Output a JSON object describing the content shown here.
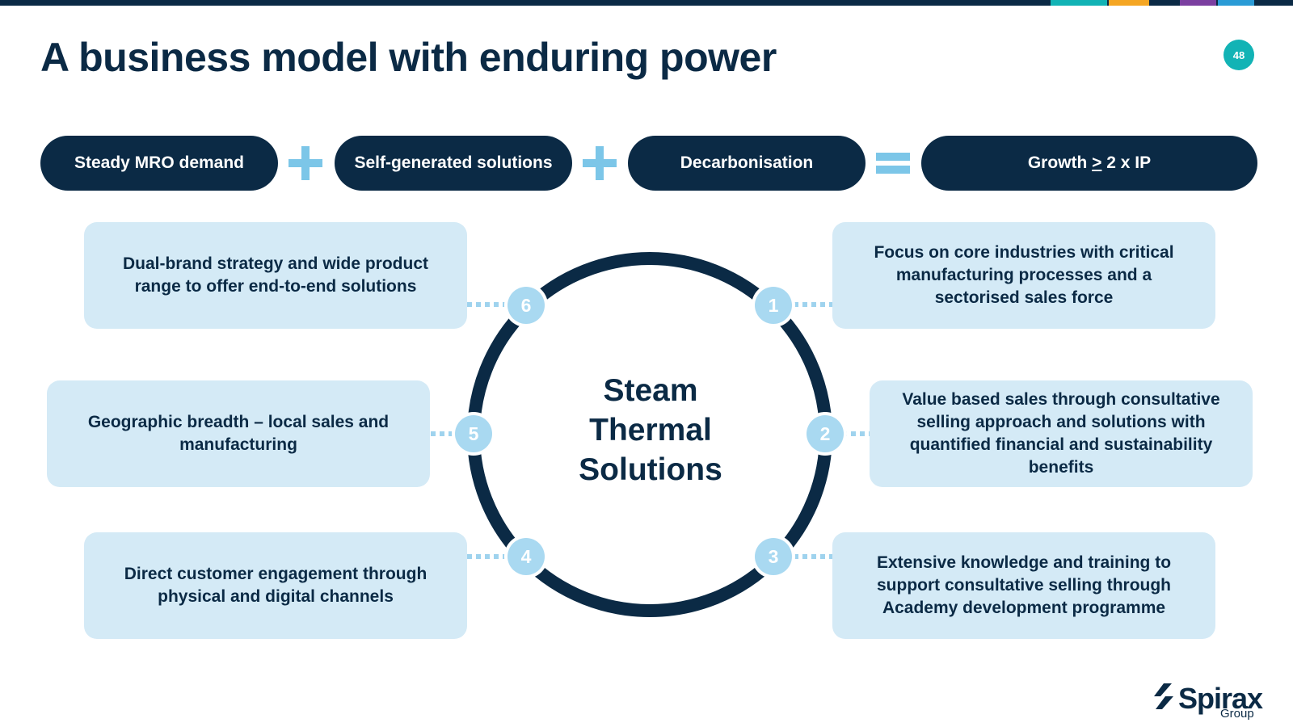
{
  "slide": {
    "title": "A business model with enduring power",
    "page_number": "48"
  },
  "colors": {
    "navy": "#0b2a45",
    "light_blue_card": "#d4eaf6",
    "operator_blue": "#7cc6e8",
    "badge_teal": "#12b3b5",
    "top_bar_accents": [
      "#12b3b5",
      "#f5a623",
      "#7b3fa0",
      "#2a9bd6"
    ]
  },
  "equation": {
    "term1": "Steady MRO demand",
    "term2": "Self-generated solutions",
    "term3": "Decarbonisation",
    "result_prefix": "Growth",
    "result_symbol": ">",
    "result_suffix": "2 x IP",
    "operators": [
      "plus",
      "plus",
      "equals"
    ]
  },
  "center": {
    "line1": "Steam",
    "line2": "Thermal",
    "line3": "Solutions"
  },
  "pillars": [
    {
      "number": "1",
      "text": "Focus on core industries with critical manufacturing processes and a sectorised sales force"
    },
    {
      "number": "2",
      "text": "Value based sales through consultative selling approach and solutions with quantified financial and sustainability benefits"
    },
    {
      "number": "3",
      "text": "Extensive knowledge and training to support consultative selling through Academy development programme"
    },
    {
      "number": "4",
      "text": "Direct customer engagement through physical and digital channels"
    },
    {
      "number": "5",
      "text": "Geographic breadth – local sales and manufacturing"
    },
    {
      "number": "6",
      "text": "Dual-brand strategy and wide product range to offer end-to-end solutions"
    }
  ],
  "logo": {
    "name": "Spirax",
    "sub": "Group",
    "icon": "spirax-logo-icon"
  }
}
